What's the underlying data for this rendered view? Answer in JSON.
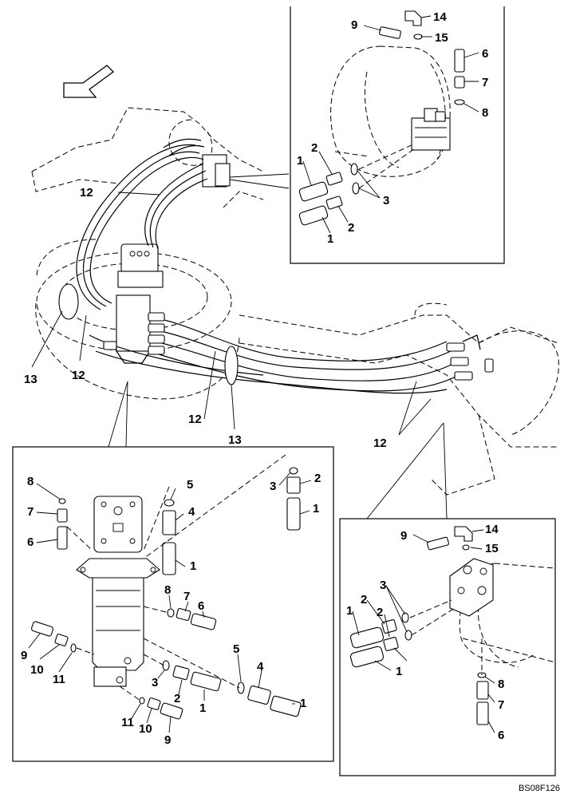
{
  "drawing_code": "BS08F126",
  "main_view": {
    "callouts": [
      "12",
      "12",
      "13",
      "12",
      "13",
      "12"
    ]
  },
  "inset_top_right": {
    "callouts": [
      "9",
      "14",
      "15",
      "6",
      "7",
      "8",
      "1",
      "2",
      "3",
      "2",
      "1"
    ]
  },
  "inset_bottom_left": {
    "callouts": [
      "8",
      "7",
      "6",
      "5",
      "4",
      "1",
      "3",
      "2",
      "1",
      "8",
      "7",
      "6",
      "9",
      "10",
      "11",
      "5",
      "4",
      "1",
      "3",
      "2",
      "1",
      "11",
      "10",
      "9"
    ]
  },
  "inset_bottom_right": {
    "callouts": [
      "9",
      "14",
      "15",
      "3",
      "1",
      "2",
      "2",
      "1",
      "8",
      "7",
      "6"
    ]
  }
}
